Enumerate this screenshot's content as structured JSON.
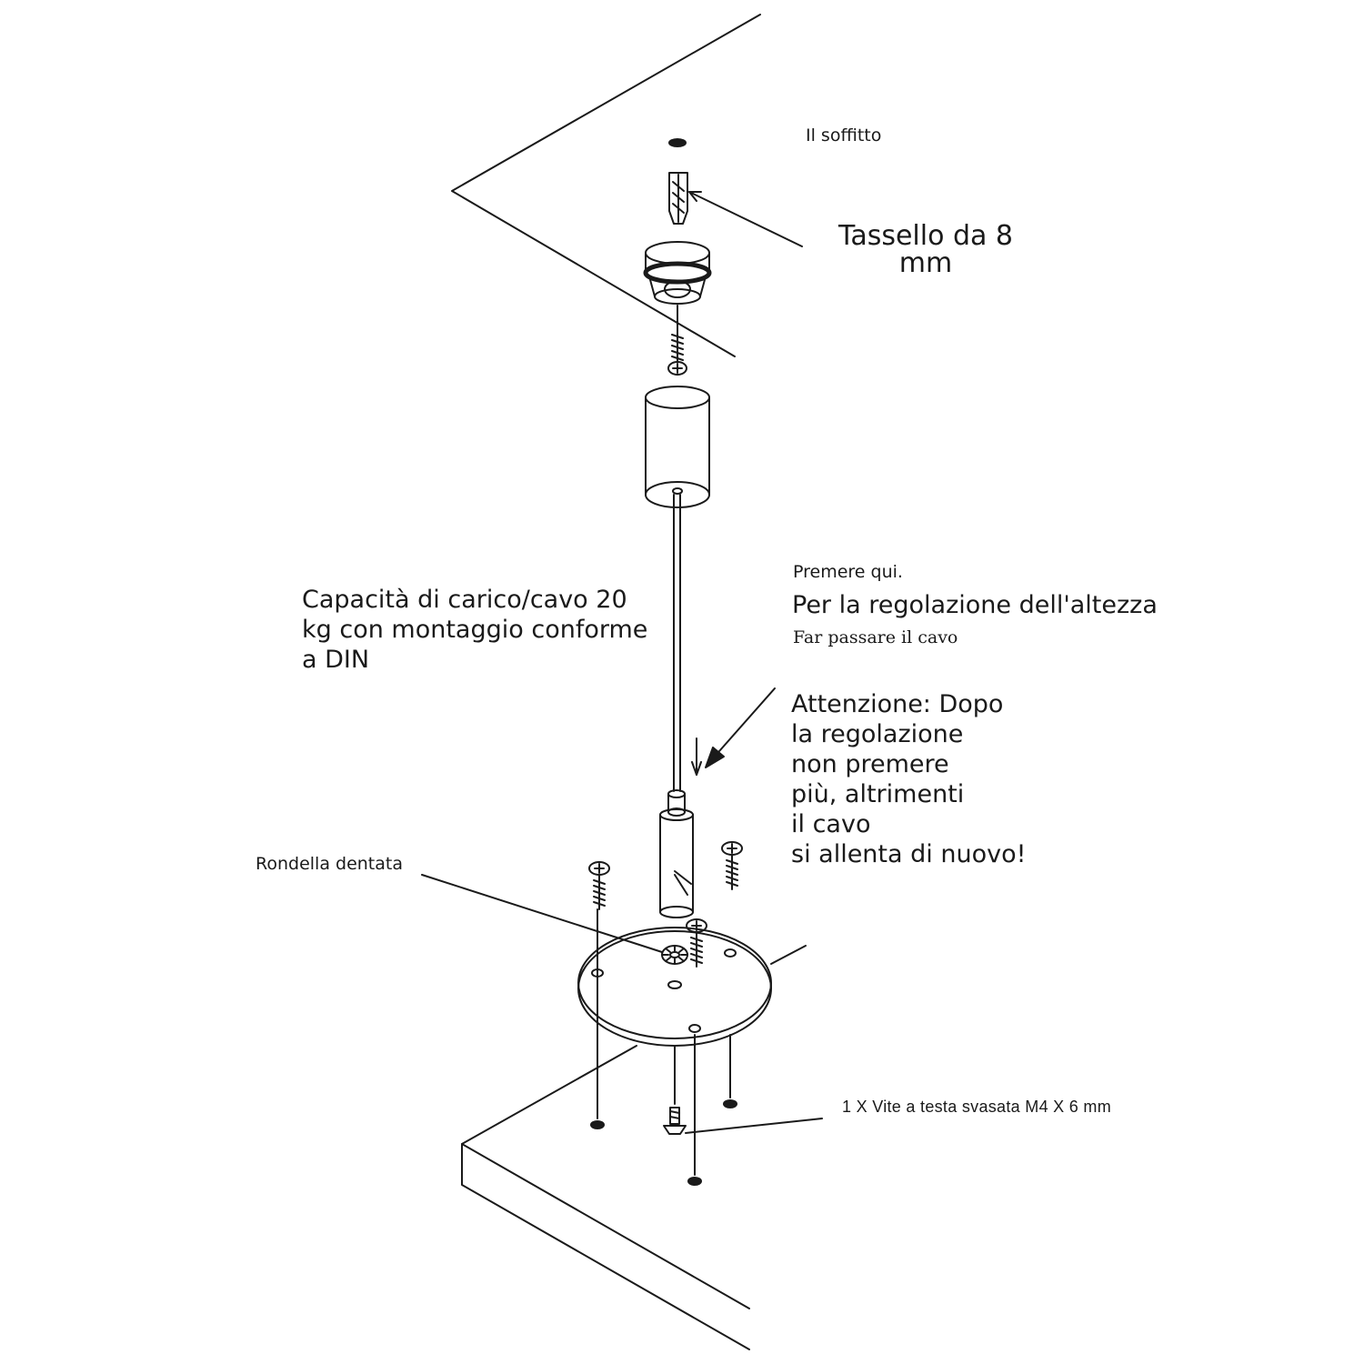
{
  "labels": {
    "ceiling": "Il soffitto",
    "anchor": "Tassello da 8\nmm",
    "press_here": "Premere qui.",
    "height_adjust": "Per la regolazione dell'altezza",
    "pass_cable": "Far passare il cavo",
    "load_capacity": "Capacità di carico/cavo 20\nkg con montaggio conforme\na DIN",
    "warning": "Attenzione: Dopo\nla regolazione\nnon premere\npiù, altrimenti\nil cavo\nsi allenta di nuovo!",
    "washer": "Rondella dentata",
    "screw": "1 X Vite a testa svasata M4 X 6 mm"
  },
  "colors": {
    "line": "#1a1a1a",
    "text": "#1a1a1a",
    "background": "#ffffff"
  }
}
